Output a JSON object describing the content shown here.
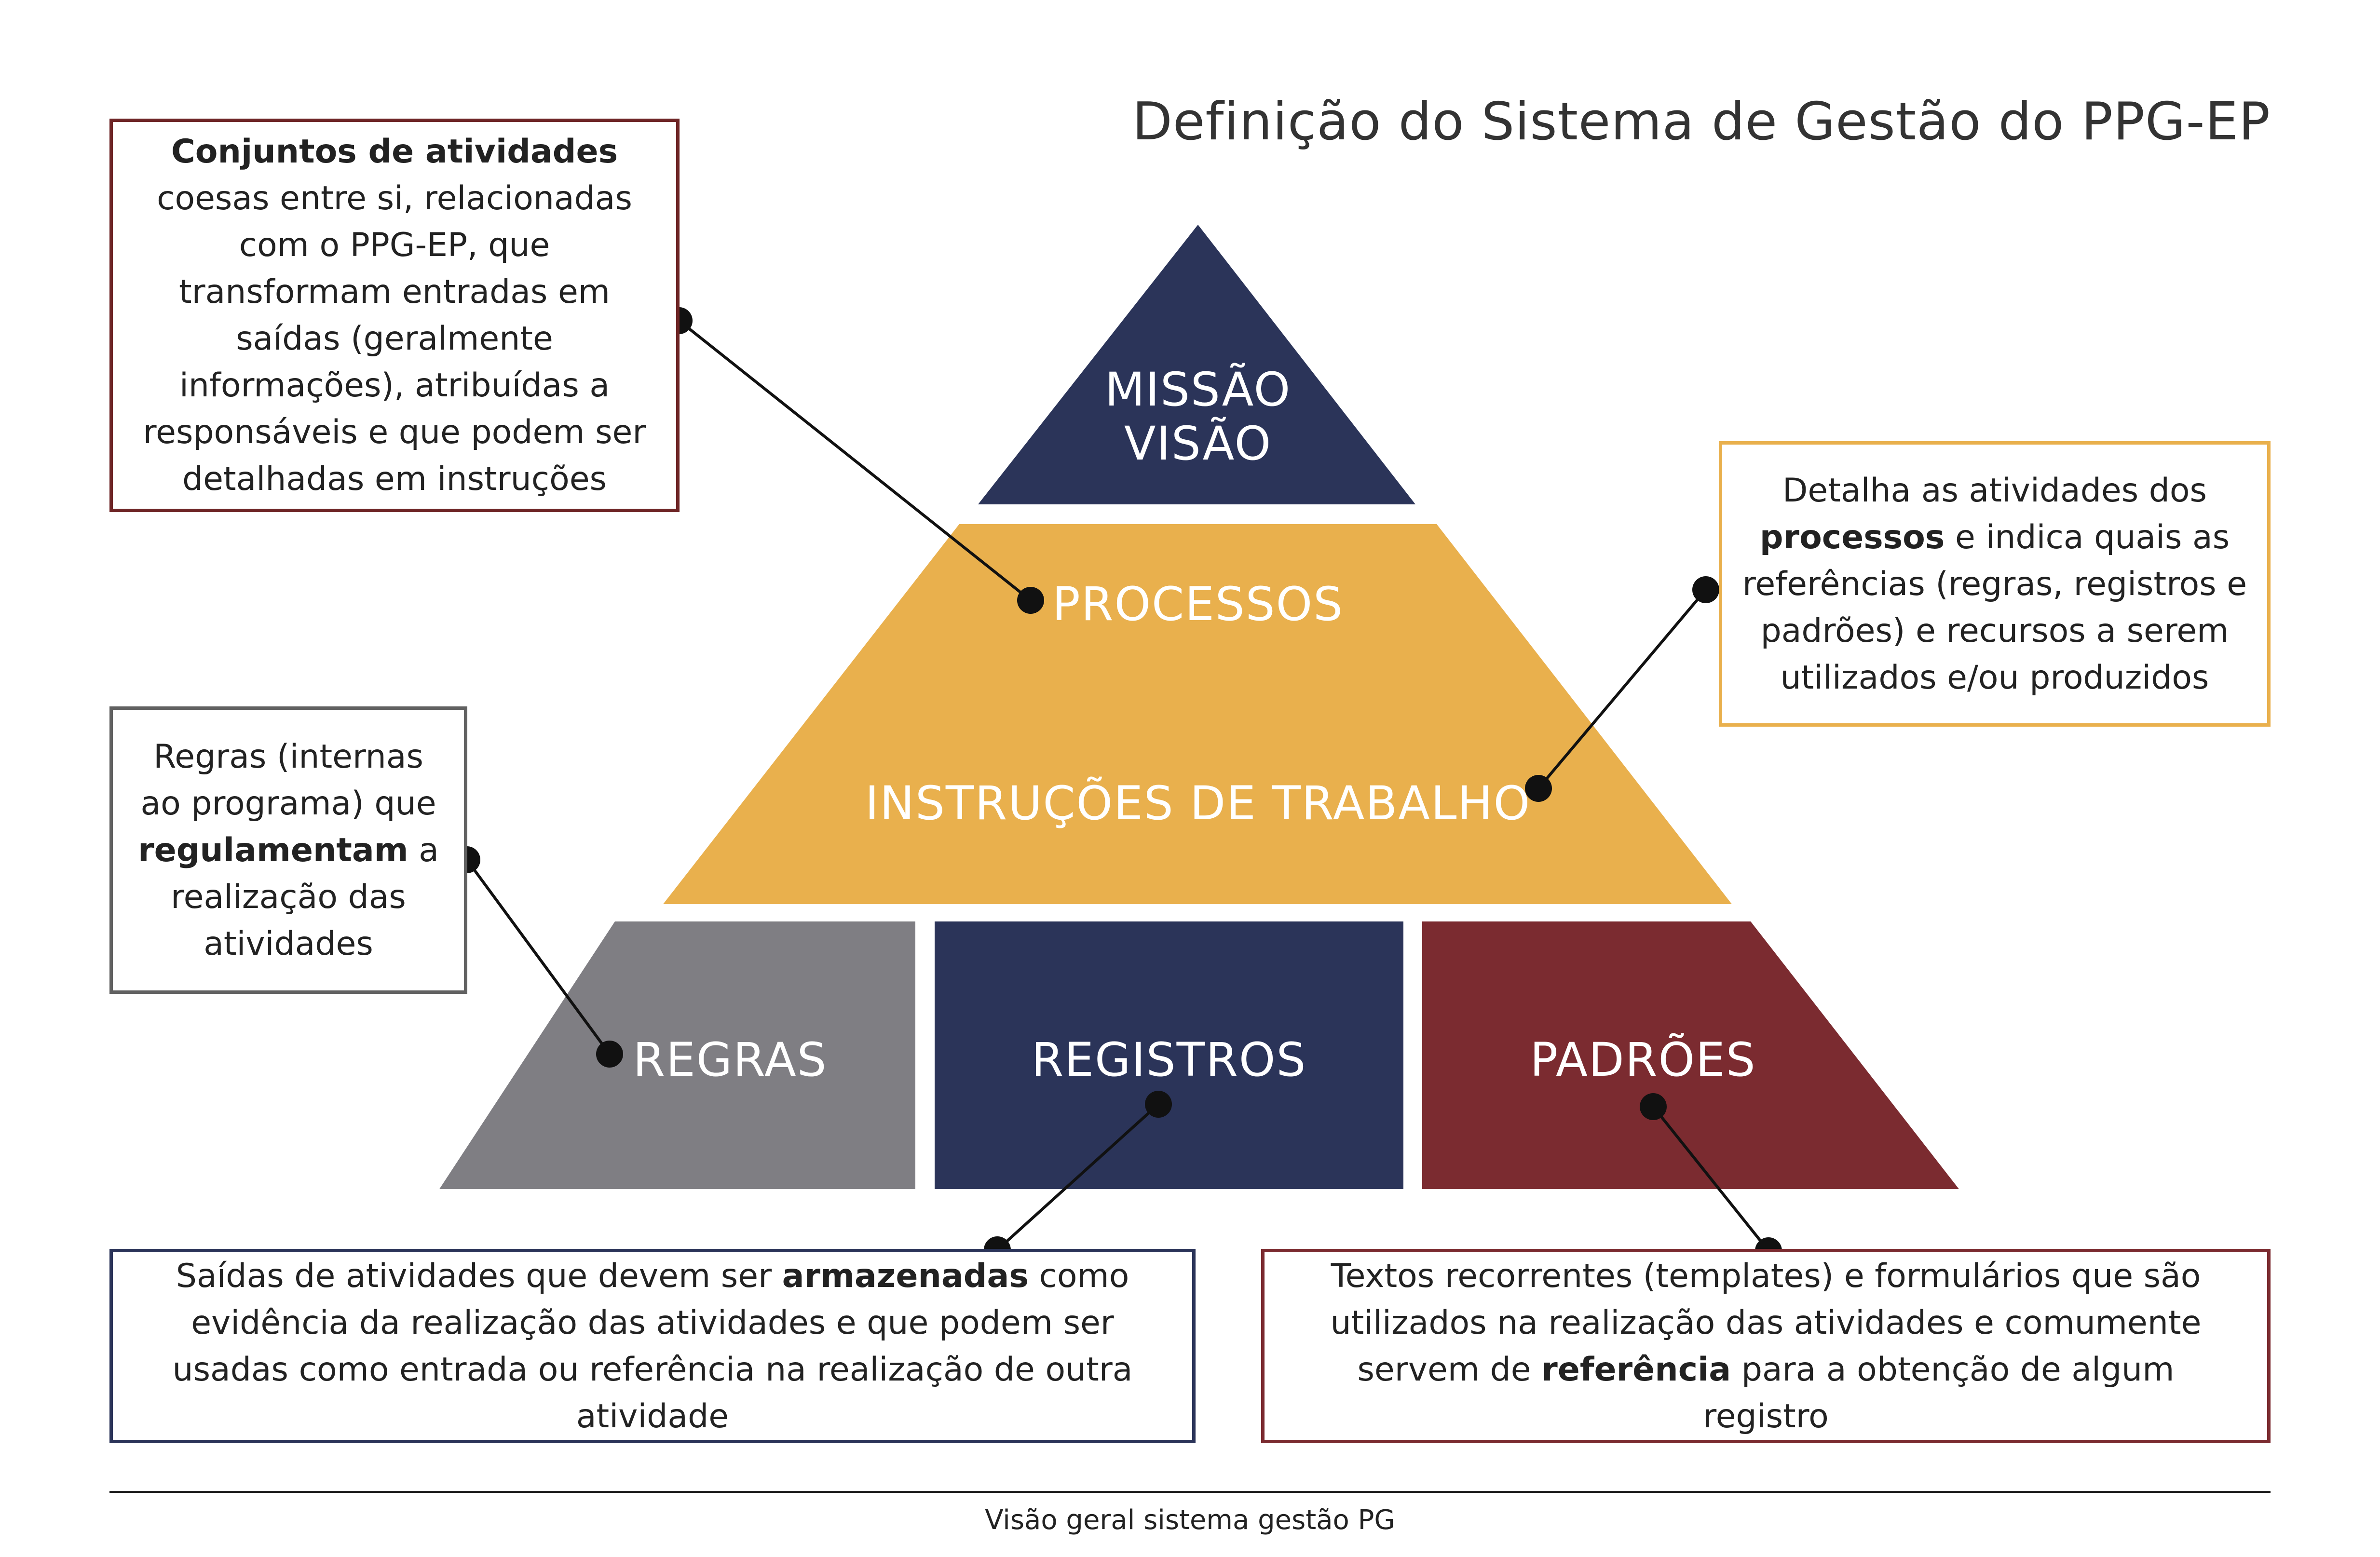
{
  "title": "Definição do Sistema de Gestão do PPG-EP",
  "colors": {
    "navy": "#2b3459",
    "gold": "#e9b04d",
    "gray": "#7f7e83",
    "maroon": "#7b2b30",
    "box_border_processos": "#6e2526",
    "box_border_instrucoes": "#e9b04d",
    "box_border_regras": "#616161",
    "box_border_registros": "#2b3459",
    "box_border_padroes": "#7b2b30",
    "connector": "#111111"
  },
  "pyramid": {
    "apex_line1": "MISSÃO",
    "apex_line2": "VISÃO",
    "middle_top": "PROCESSOS",
    "middle_bottom": "INSTRUÇÕES DE TRABALHO",
    "base_left": "REGRAS",
    "base_center": "REGISTROS",
    "base_right": "PADRÕES"
  },
  "boxes": {
    "processos": {
      "bold": "Conjuntos de atividades",
      "rest": " coesas entre si, relacionadas com o PPG-EP, que transformam entradas em saídas (geralmente informações), atribuídas a responsáveis e que podem ser detalhadas em instruções"
    },
    "instrucoes": {
      "pre": "Detalha as atividades dos ",
      "bold": "processos",
      "post": " e indica quais as referências (regras, registros e padrões) e recursos a serem utilizados e/ou produzidos"
    },
    "regras": {
      "pre": "Regras (internas ao programa) que ",
      "bold": "regulamentam",
      "post": " a realização das atividades"
    },
    "registros": {
      "pre": "Saídas de atividades que devem ser ",
      "bold": "armazenadas",
      "post": " como evidência da realização das atividades e que podem ser usadas como entrada ou referência na realização de outra atividade"
    },
    "padroes": {
      "pre": "Textos recorrentes (templates) e formulários que são utilizados na realização das atividades e comumente servem de ",
      "bold": "referência",
      "post": " para a obtenção de algum registro"
    }
  },
  "caption": "Visão geral sistema gestão PG"
}
